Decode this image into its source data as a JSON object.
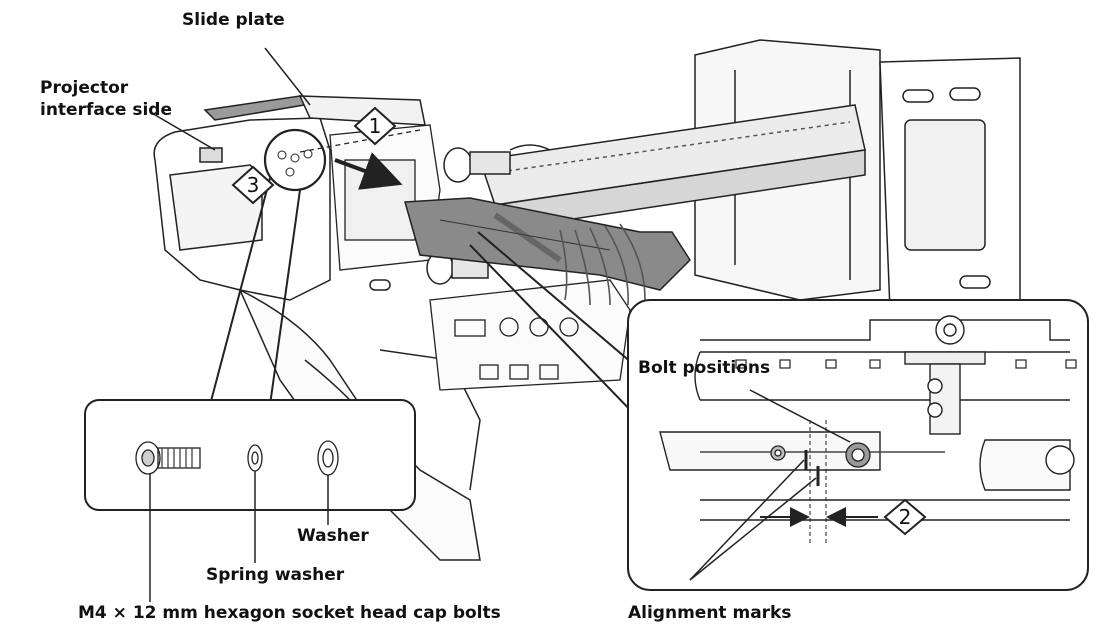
{
  "labels": {
    "slide_plate": "Slide plate",
    "projector_interface_line1": "Projector",
    "projector_interface_line2": "interface side",
    "bolt_positions": "Bolt positions",
    "washer": "Washer",
    "spring_washer": "Spring washer",
    "bolts": "M4 × 12 mm hexagon socket head cap bolts",
    "alignment_marks": "Alignment marks"
  },
  "steps": [
    "1",
    "2",
    "3"
  ],
  "colors": {
    "line": "#222222",
    "mount_fill": "#e9e9e9",
    "slide_plate_fill": "#8a8a8a",
    "background": "#ffffff"
  }
}
